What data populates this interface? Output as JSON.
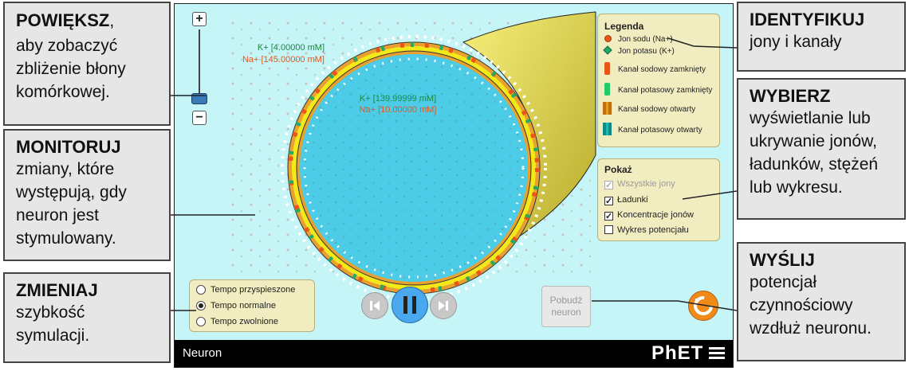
{
  "callouts": {
    "zoom": {
      "head": "POWIĘKSZ",
      "rest": ",",
      "body": "aby zobaczyć zbliżenie błony komórkowej."
    },
    "monitor": {
      "head": "MONITORUJ",
      "body": "zmiany, które występują, gdy neuron jest stymulowany."
    },
    "speed": {
      "head": "ZMIENIAJ",
      "body": "szybkość symulacji."
    },
    "identify": {
      "head": "IDENTYFIKUJ",
      "body": "jony i kanały"
    },
    "choose": {
      "head": "WYBIERZ",
      "body": "wyświetlanie lub ukrywanie jonów, ładunków, stężeń lub wykresu."
    },
    "send": {
      "head": "WYŚLIJ",
      "body": "potencjał czynnościowy wzdłuż neuronu."
    }
  },
  "sim": {
    "zoom_in": "+",
    "zoom_out": "−",
    "outside_k": "K+ [4.00000 mM]",
    "outside_na": "Na+ [145.00000 mM]",
    "inside_k": "K+ [139.99999 mM]",
    "inside_na": "Na+ [10.00000 mM]",
    "stimulate": "Pobudź neuron",
    "sim_title": "Neuron",
    "brand": "PhET"
  },
  "legend": {
    "title": "Legenda",
    "items": [
      {
        "label": "Jon sodu (Na+)",
        "icon": "sodium-ion-icon"
      },
      {
        "label": "Jon potasu (K+)",
        "icon": "potassium-ion-icon"
      },
      {
        "label": "Kanał sodowy zamknięty",
        "icon": "sodium-channel-closed-icon"
      },
      {
        "label": "Kanał potasowy zamknięty",
        "icon": "potassium-channel-closed-icon"
      },
      {
        "label": "Kanał sodowy otwarty",
        "icon": "sodium-channel-open-icon"
      },
      {
        "label": "Kanał potasowy otwarty",
        "icon": "potassium-channel-open-icon"
      }
    ]
  },
  "show": {
    "title": "Pokaż",
    "items": [
      {
        "label": "Wszystkie jony",
        "checked": true,
        "disabled": true
      },
      {
        "label": "Ładunki",
        "checked": true,
        "disabled": false
      },
      {
        "label": "Koncentracje jonów",
        "checked": true,
        "disabled": false
      },
      {
        "label": "Wykres potencjału",
        "checked": false,
        "disabled": false
      }
    ]
  },
  "speed": {
    "options": [
      "Tempo przyspieszone",
      "Tempo normalne",
      "Tempo zwolnione"
    ],
    "selected": 1
  },
  "colors": {
    "sodium": "#e8561a",
    "potassium": "#22aa66",
    "inside": "#4dcce8",
    "membrane": "#f2e81a",
    "background": "#c5f5f7"
  }
}
